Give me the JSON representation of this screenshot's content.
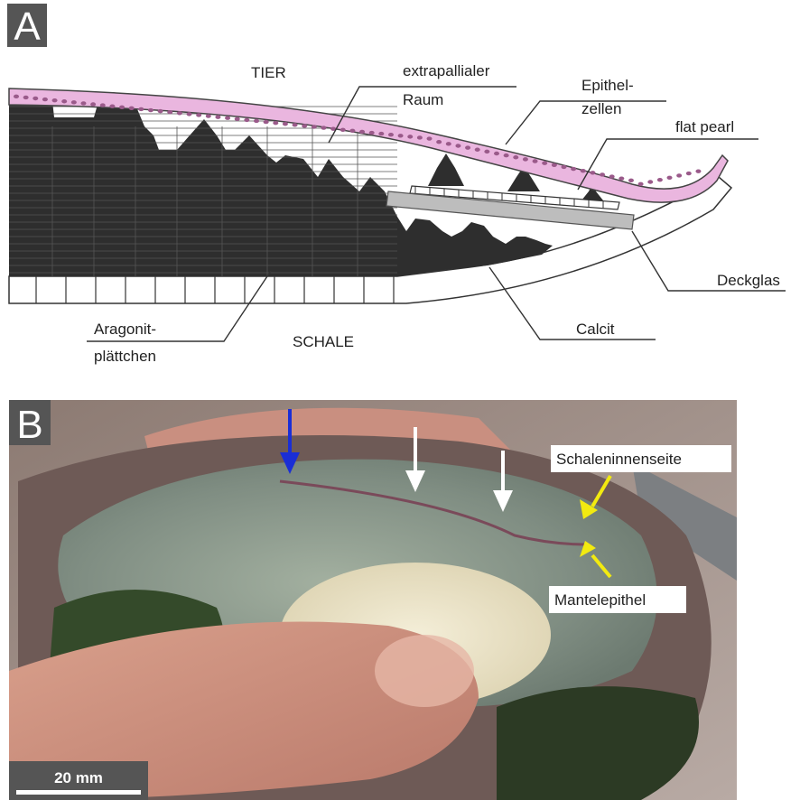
{
  "panel_a": {
    "letter": "A",
    "labels": {
      "tier": "TIER",
      "extrapallial_1": "extrapallialer",
      "extrapallial_2": "Raum",
      "epithel_1": "Epithel-",
      "epithel_2": "zellen",
      "flat_pearl": "flat pearl",
      "deckglas": "Deckglas",
      "calcit": "Calcit",
      "schale": "SCHALE",
      "aragonit_1": "Aragonit-",
      "aragonit_2": "plättchen"
    }
  },
  "panel_b": {
    "letter": "B",
    "labels": {
      "schaleninnenseite": "Schaleninnenseite",
      "mantelepithel": "Mantelepithel",
      "scale_bar": "20 mm"
    },
    "colors": {
      "marker_blue": "#1a2ed6",
      "marker_white": "#ffffff",
      "marker_yellow": "#f2ea10"
    }
  }
}
